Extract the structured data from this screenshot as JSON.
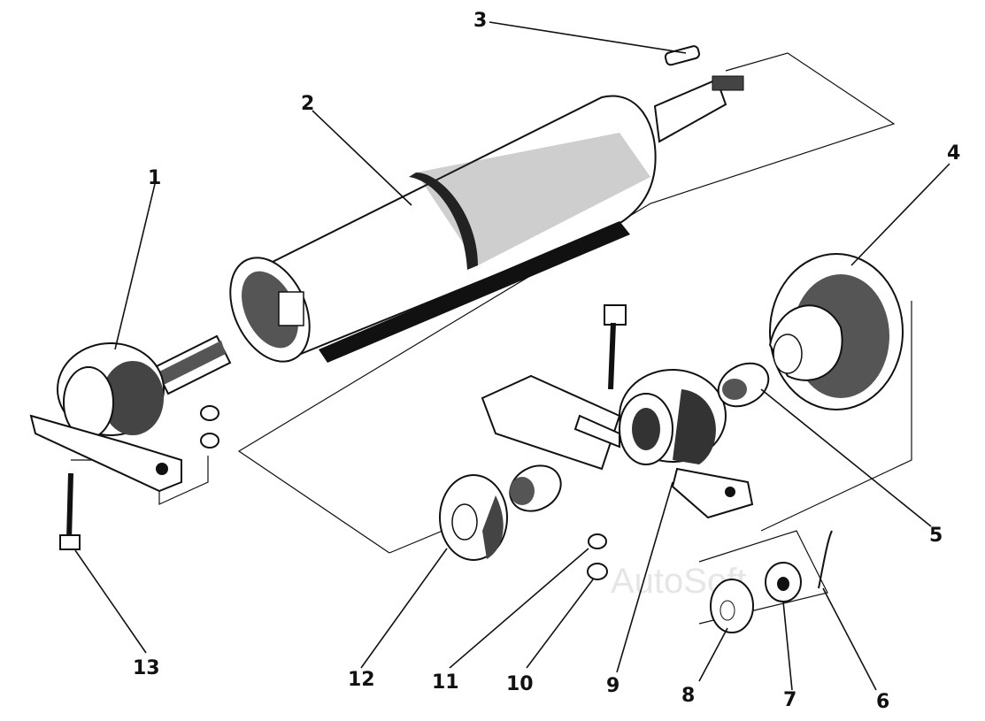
{
  "diagram": {
    "callouts": [
      "1",
      "2",
      "3",
      "4",
      "5",
      "6",
      "7",
      "8",
      "9",
      "10",
      "11",
      "12",
      "13"
    ],
    "watermark": "AutoSoft"
  }
}
